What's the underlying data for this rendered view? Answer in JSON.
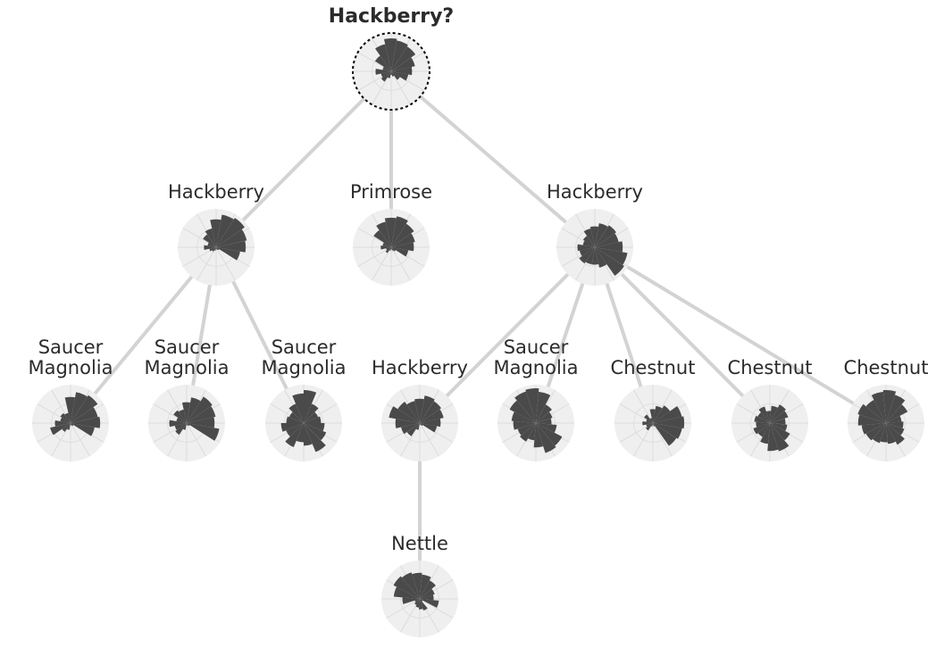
{
  "colors": {
    "highlight_label": "#0a84e8",
    "default_label": "#2b2b2b",
    "edge": "#d3d3d3",
    "glyph_fill": "#4a4a4a",
    "glyph_background": "#efefef"
  },
  "nodes": [
    {
      "id": "n0",
      "label": "Hackberry?",
      "highlight": true,
      "emphasized": true,
      "profile": [
        0.2,
        0.35,
        0.3,
        0.45,
        0.25,
        0.55,
        0.8,
        0.95,
        0.9,
        0.85,
        0.7,
        0.6,
        0.5,
        0.3,
        0.15,
        0.1
      ]
    },
    {
      "id": "n1",
      "label": "Hackberry",
      "highlight": true,
      "parent": "n0",
      "profile": [
        0.1,
        0.15,
        0.2,
        0.35,
        0.25,
        0.45,
        0.55,
        0.8,
        0.95,
        1.0,
        0.9,
        0.85,
        0.7,
        0.1,
        0.08,
        0.05
      ]
    },
    {
      "id": "n2",
      "label": "Primrose",
      "highlight": false,
      "parent": "n0",
      "profile": [
        0.1,
        0.2,
        0.15,
        0.3,
        0.25,
        0.6,
        0.75,
        0.85,
        0.9,
        0.8,
        0.7,
        0.65,
        0.5,
        0.15,
        0.1,
        0.05
      ]
    },
    {
      "id": "n3",
      "label": "Hackberry",
      "highlight": true,
      "parent": "n0",
      "profile": [
        0.5,
        0.55,
        0.45,
        0.5,
        0.35,
        0.4,
        0.55,
        0.6,
        0.7,
        0.75,
        0.7,
        0.8,
        0.95,
        1.0,
        0.6,
        0.5
      ]
    },
    {
      "id": "n4",
      "label": "Saucer\nMagnolia",
      "highlight": false,
      "parent": "n1",
      "profile": [
        0.2,
        0.3,
        0.6,
        0.45,
        0.3,
        0.35,
        0.3,
        0.75,
        0.9,
        0.95,
        0.8,
        0.85,
        0.7,
        0.1,
        0.08,
        0.05
      ]
    },
    {
      "id": "n5",
      "label": "Saucer\nMagnolia",
      "highlight": false,
      "parent": "n1",
      "profile": [
        0.2,
        0.4,
        0.35,
        0.5,
        0.3,
        0.45,
        0.4,
        0.6,
        0.75,
        0.9,
        0.85,
        0.8,
        0.95,
        0.1,
        0.08,
        0.05
      ]
    },
    {
      "id": "n6",
      "label": "Saucer\nMagnolia",
      "highlight": false,
      "parent": "n1",
      "profile": [
        0.55,
        0.75,
        0.55,
        0.65,
        0.5,
        0.45,
        0.6,
        0.85,
        0.95,
        0.6,
        0.45,
        0.5,
        0.6,
        0.7,
        0.9,
        0.65
      ]
    },
    {
      "id": "n7",
      "label": "Hackberry",
      "highlight": true,
      "parent": "n3",
      "profile": [
        0.2,
        0.45,
        0.55,
        0.7,
        0.9,
        0.75,
        0.65,
        0.7,
        0.8,
        0.75,
        0.7,
        0.6,
        0.5,
        0.1,
        0.05,
        0.05
      ]
    },
    {
      "id": "n8",
      "label": "Saucer\nMagnolia",
      "highlight": false,
      "parent": "n3",
      "profile": [
        0.5,
        0.6,
        0.55,
        0.65,
        0.7,
        0.85,
        0.95,
        1.0,
        0.9,
        0.6,
        0.5,
        0.45,
        0.6,
        0.85,
        0.9,
        0.7
      ]
    },
    {
      "id": "n9",
      "label": "Chestnut",
      "highlight": false,
      "parent": "n3",
      "profile": [
        0.1,
        0.25,
        0.2,
        0.3,
        0.2,
        0.3,
        0.15,
        0.4,
        0.5,
        0.6,
        0.85,
        0.9,
        0.85,
        0.8,
        0.1,
        0.05
      ]
    },
    {
      "id": "n10",
      "label": "Chestnut",
      "highlight": false,
      "parent": "n3",
      "profile": [
        0.6,
        0.45,
        0.5,
        0.4,
        0.45,
        0.4,
        0.5,
        0.35,
        0.5,
        0.6,
        0.55,
        0.45,
        0.5,
        0.65,
        0.85,
        0.8
      ]
    },
    {
      "id": "n11",
      "label": "Chestnut",
      "highlight": false,
      "parent": "n3",
      "profile": [
        0.55,
        0.6,
        0.65,
        0.7,
        0.8,
        0.85,
        0.75,
        0.9,
        0.95,
        0.85,
        0.7,
        0.45,
        0.5,
        0.55,
        0.7,
        0.6
      ]
    },
    {
      "id": "n12",
      "label": "Nettle",
      "highlight": false,
      "parent": "n7",
      "profile": [
        0.25,
        0.2,
        0.15,
        0.5,
        0.75,
        0.85,
        0.8,
        0.75,
        0.7,
        0.6,
        0.45,
        0.4,
        0.55,
        0.1,
        0.35,
        0.3
      ]
    }
  ]
}
